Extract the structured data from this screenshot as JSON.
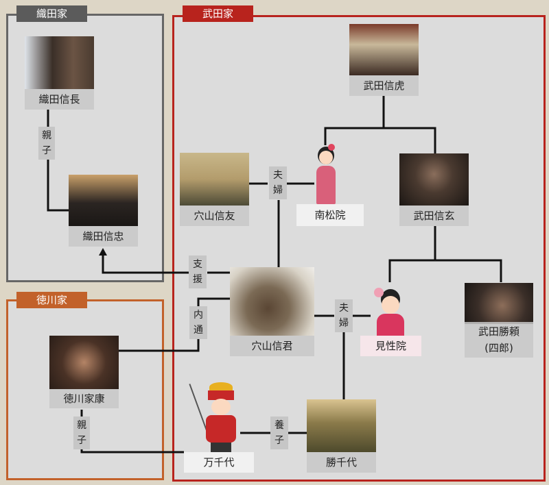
{
  "groups": {
    "oda": "織田家",
    "takeda": "武田家",
    "tokugawa": "徳川家"
  },
  "people": {
    "nobunaga": "織田信長",
    "nobutada": "織田信忠",
    "nobutora": "武田信虎",
    "nobutomo": "穴山信友",
    "nanshoin": "南松院",
    "shingen": "武田信玄",
    "nobukimi": "穴山信君",
    "kenshoin": "見性院",
    "katsuyori": "武田勝頼",
    "katsuyori_alias": "(四郎)",
    "ieyasu": "徳川家康",
    "manchiyo": "万千代",
    "katchiyo": "勝千代"
  },
  "relations": {
    "oda_parent": "親子",
    "anayama_marriage": "夫婦",
    "support": "支援",
    "betrayal": "内通",
    "nobukimi_marriage": "夫婦",
    "adoption": "養子",
    "tokugawa_parent": "親子"
  },
  "colors": {
    "oda": "#5b5b5b",
    "takeda": "#b8231d",
    "tokugawa": "#c2612a"
  }
}
